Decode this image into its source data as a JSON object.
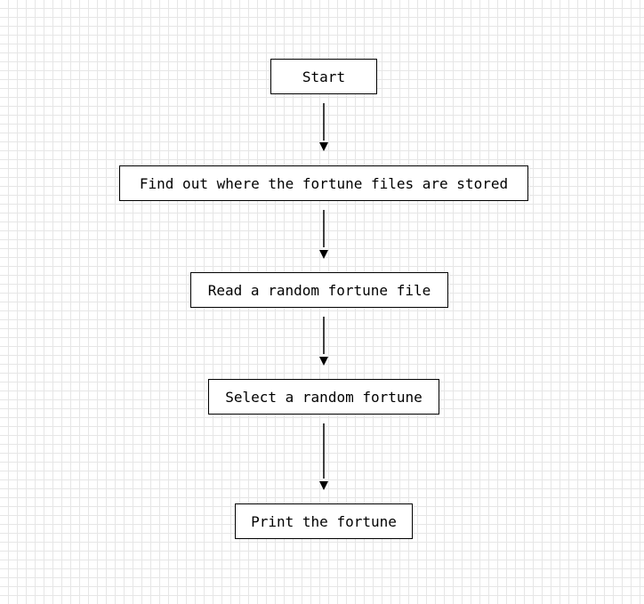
{
  "flowchart": {
    "steps": [
      "Start",
      "Find out where the fortune files are stored",
      "Read a random fortune file",
      "Select a random fortune",
      "Print the fortune"
    ]
  }
}
